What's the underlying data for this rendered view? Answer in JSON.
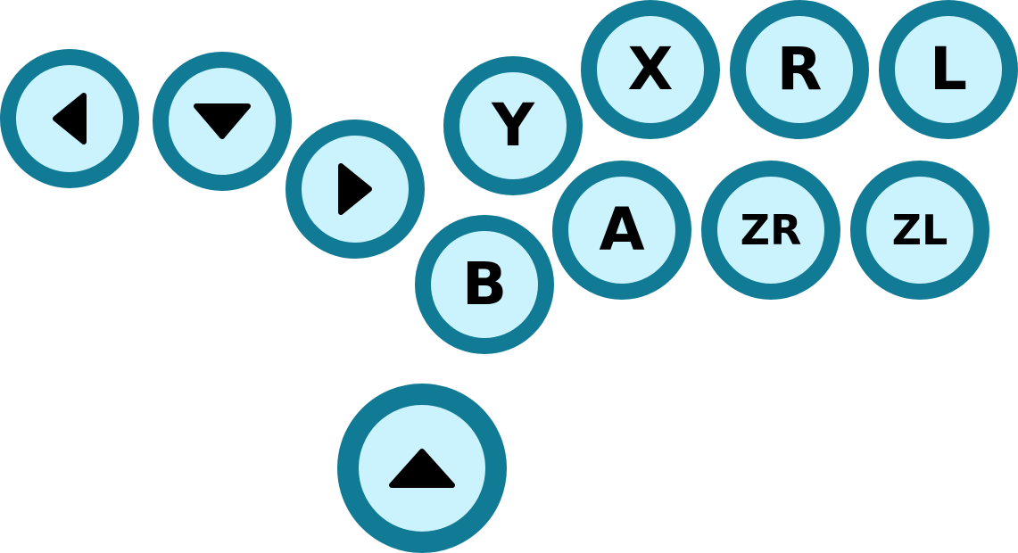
{
  "colors": {
    "ring": "#117a95",
    "face": "#cbf3fd",
    "glyph": "#000000",
    "background": "#ffffff"
  },
  "buttons": {
    "dpad_left": {
      "icon": "triangle-left-icon"
    },
    "dpad_down": {
      "icon": "triangle-down-icon"
    },
    "dpad_right": {
      "icon": "triangle-right-icon"
    },
    "dpad_up": {
      "icon": "triangle-up-icon"
    },
    "y": {
      "label": "Y"
    },
    "x": {
      "label": "X"
    },
    "r": {
      "label": "R"
    },
    "l": {
      "label": "L"
    },
    "b": {
      "label": "B"
    },
    "a": {
      "label": "A"
    },
    "zr": {
      "label": "ZR"
    },
    "zl": {
      "label": "ZL"
    }
  }
}
